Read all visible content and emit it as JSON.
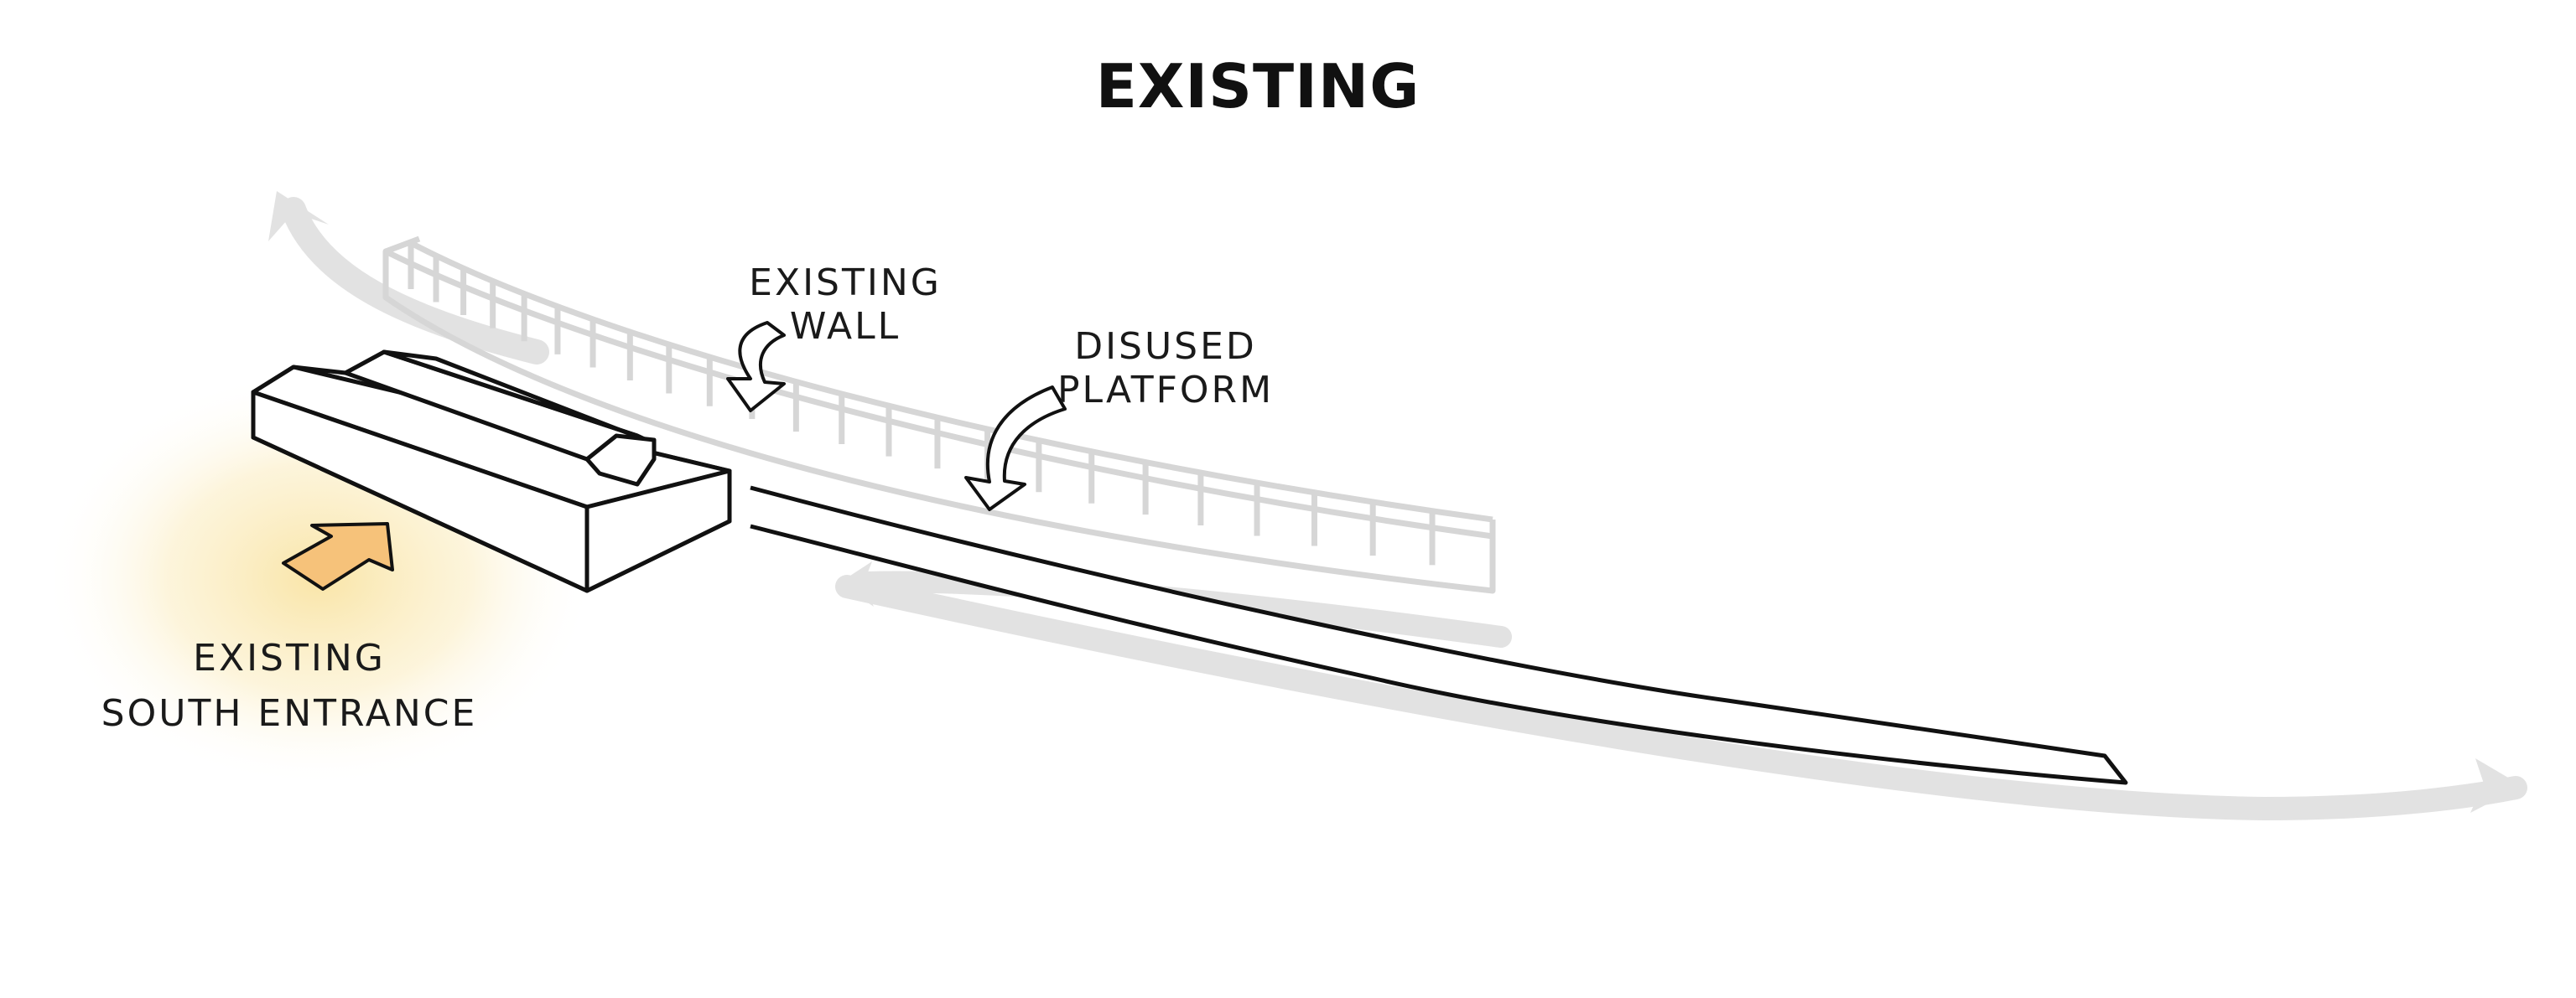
{
  "title": "EXISTING",
  "labels": {
    "existing_wall": [
      "EXISTING",
      "WALL"
    ],
    "disused_platform": [
      "DISUSED",
      "PLATFORM"
    ],
    "south_entrance": [
      "EXISTING",
      "SOUTH ENTRANCE"
    ]
  },
  "colors": {
    "ink": "#111111",
    "ghost": "#d8d8d8",
    "flow_arrow": "#e2e2e2",
    "entrance_glow": "#f7dc8a",
    "entrance_arrow": "#f6c27a"
  }
}
